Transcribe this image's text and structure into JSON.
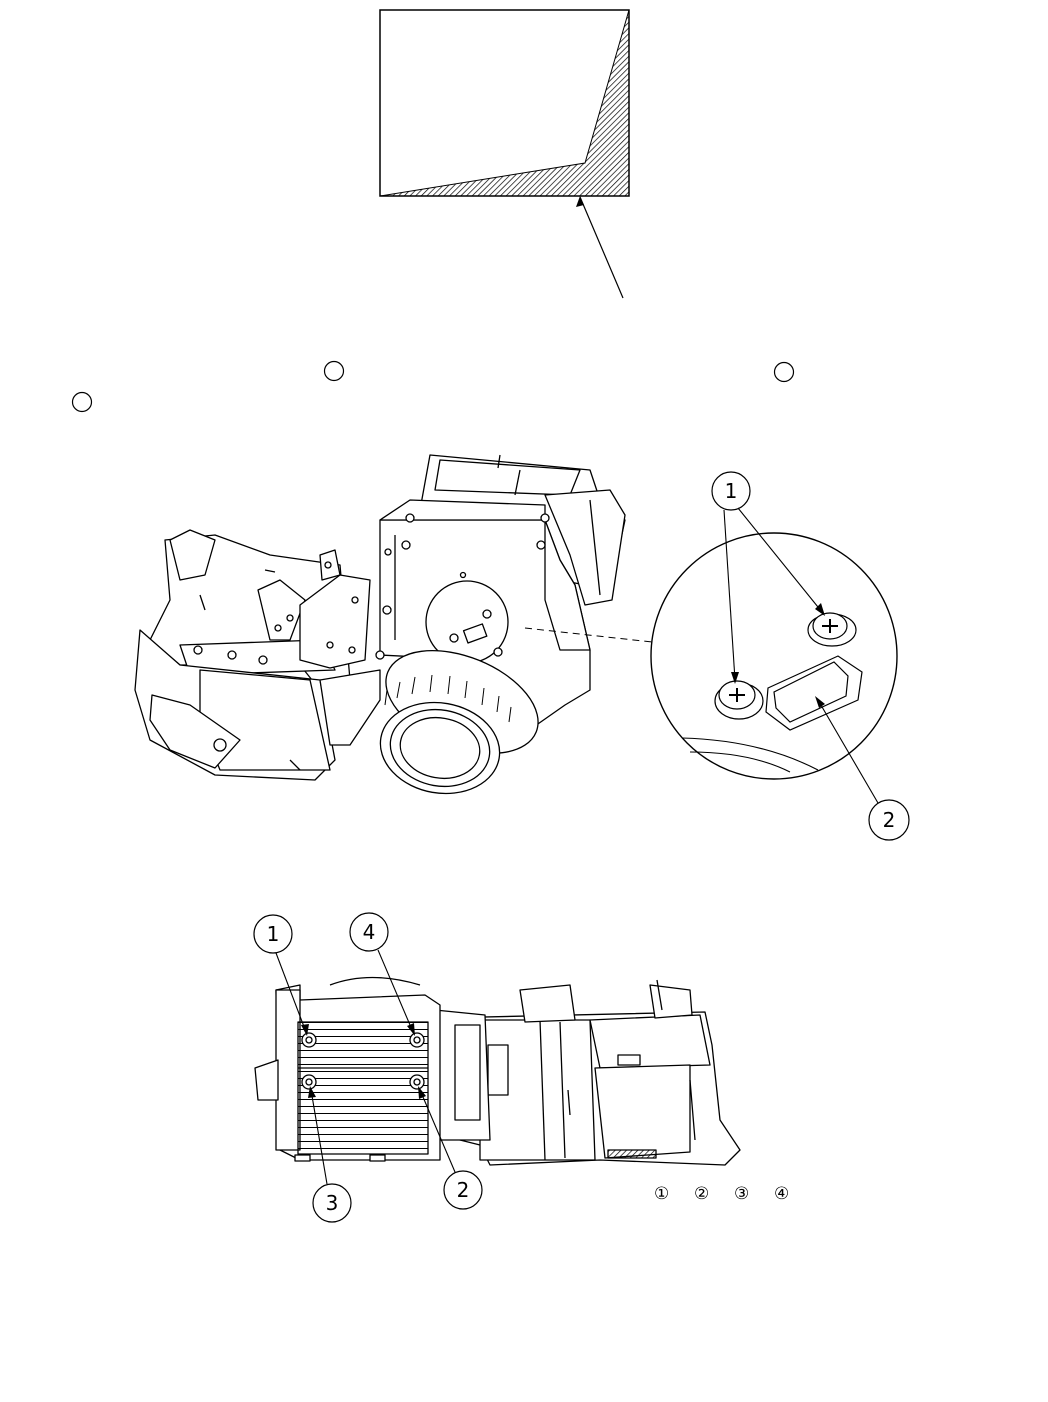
{
  "callouts": {
    "fig1": {
      "screw": "1",
      "cover": "2"
    },
    "fig2": {
      "screw_top_left": "1",
      "screw_bottom_right": "2",
      "screw_bottom_left": "3",
      "screw_top_right": "4"
    }
  },
  "sequence": [
    "①",
    "②",
    "③",
    "④"
  ]
}
